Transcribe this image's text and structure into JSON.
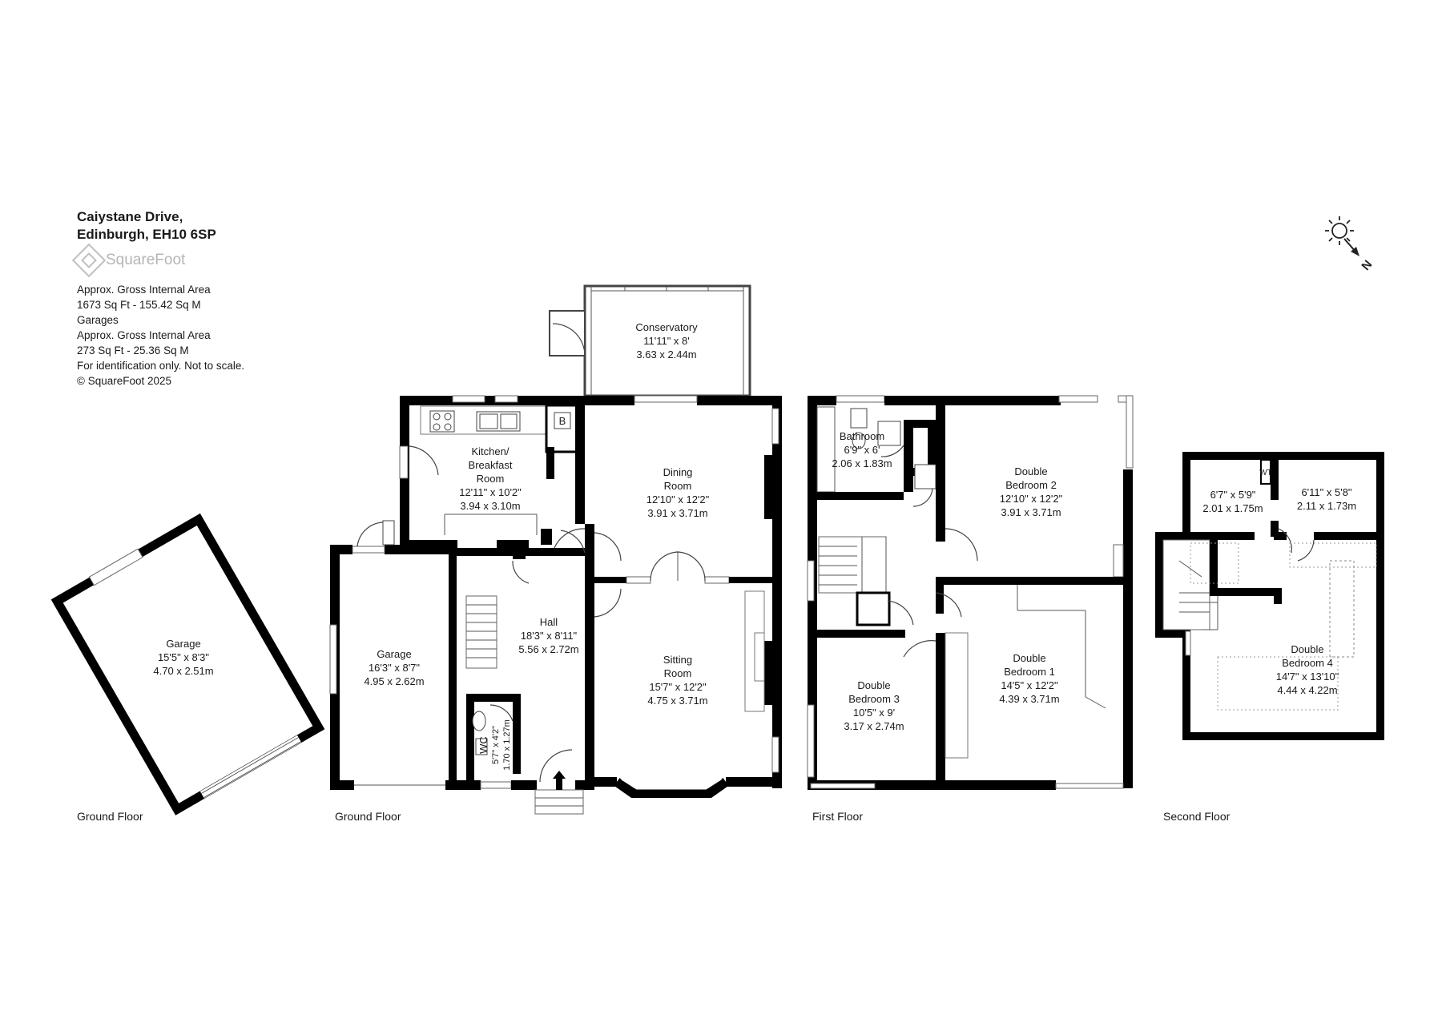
{
  "header": {
    "address_line1": "Caiystane Drive,",
    "address_line2": "Edinburgh, EH10 6SP",
    "logo_text": "SquareFoot",
    "info": [
      "Approx. Gross Internal Area",
      "1673 Sq Ft  -  155.42 Sq M",
      "Garages",
      "Approx. Gross Internal Area",
      "273 Sq Ft  -  25.36 Sq M",
      "For identification only. Not to scale.",
      "© SquareFoot 2025"
    ]
  },
  "compass": {
    "label": "N"
  },
  "floors": {
    "ground_garage_detached": "Ground Floor",
    "ground": "Ground Floor",
    "first": "First Floor",
    "second": "Second Floor"
  },
  "rooms": {
    "garage_detached": {
      "name": "Garage",
      "ft": "15'5\" x 8'3\"",
      "m": "4.70 x 2.51m"
    },
    "garage": {
      "name": "Garage",
      "ft": "16'3\" x 8'7\"",
      "m": "4.95 x 2.62m"
    },
    "conservatory": {
      "name": "Conservatory",
      "ft": "11'11\" x 8'",
      "m": "3.63 x 2.44m"
    },
    "kitchen": {
      "name1": "Kitchen/",
      "name2": "Breakfast",
      "name3": "Room",
      "ft": "12'11\" x 10'2\"",
      "m": "3.94 x 3.10m"
    },
    "boiler": {
      "name": "B"
    },
    "dining": {
      "name1": "Dining",
      "name2": "Room",
      "ft": "12'10\" x 12'2\"",
      "m": "3.91 x 3.71m"
    },
    "hall": {
      "name": "Hall",
      "ft": "18'3\" x 8'11\"",
      "m": "5.56 x 2.72m"
    },
    "wc": {
      "name": "WC",
      "ft": "5'7\" x 4'2\"",
      "m": "1.70 x 1.27m"
    },
    "sitting": {
      "name1": "Sitting",
      "name2": "Room",
      "ft": "15'7\" x 12'2\"",
      "m": "4.75 x 3.71m"
    },
    "bathroom": {
      "name": "Bathroom",
      "ft": "6'9\" x 6'",
      "m": "2.06 x 1.83m"
    },
    "bed2": {
      "name1": "Double",
      "name2": "Bedroom 2",
      "ft": "12'10\" x 12'2\"",
      "m": "3.91 x 3.71m"
    },
    "bed3": {
      "name1": "Double",
      "name2": "Bedroom 3",
      "ft": "10'5\" x 9'",
      "m": "3.17 x 2.74m"
    },
    "bed1": {
      "name1": "Double",
      "name2": "Bedroom 1",
      "ft": "14'5\" x 12'2\"",
      "m": "4.39 x 3.71m"
    },
    "store_a": {
      "ft": "6'7\" x 5'9\"",
      "m": "2.01 x 1.75m"
    },
    "store_b": {
      "ft": "6'11\" x 5'8\"",
      "m": "2.11 x 1.73m"
    },
    "wt": {
      "name": "WT"
    },
    "bed4": {
      "name1": "Double",
      "name2": "Bedroom 4",
      "ft": "14'7\" x 13'10\"",
      "m": "4.44 x 4.22m"
    }
  }
}
